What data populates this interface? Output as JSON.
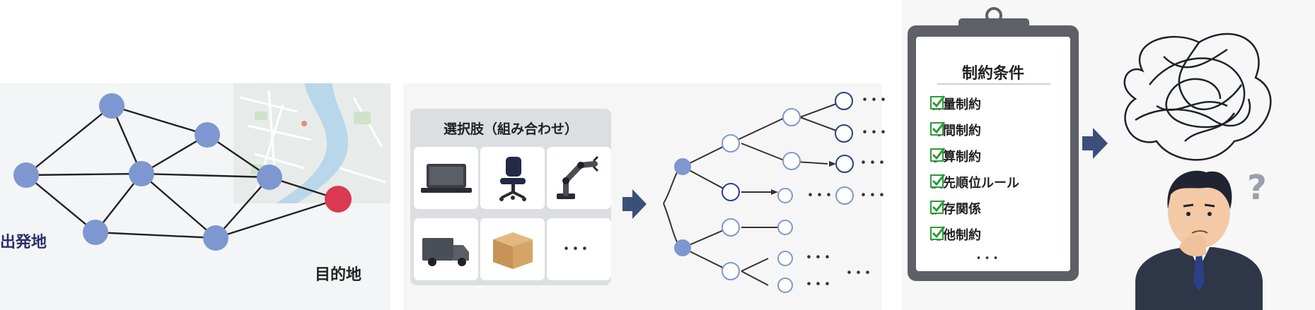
{
  "route_panel": {
    "start_label": "出発地",
    "goal_label": "目的地",
    "colors": {
      "node": "#7f97d0",
      "goal_node": "#d93a52",
      "edge": "#222222"
    }
  },
  "choices_panel": {
    "title": "選択肢（組み合わせ）",
    "items": [
      "laptop-icon",
      "office-chair-icon",
      "robot-arm-icon",
      "truck-icon",
      "cardboard-box-icon"
    ],
    "more": "･･･",
    "tree_more": "･･･"
  },
  "constraints_panel": {
    "title": "制約条件",
    "items": [
      "容量制約",
      "時間制約",
      "予算制約",
      "優先順位ルール",
      "依存関係",
      "排他制約"
    ],
    "more": "･･･",
    "check_color": "#2e9a3a",
    "question_mark": "?"
  },
  "flow_arrow_color": "#3a4f7a"
}
